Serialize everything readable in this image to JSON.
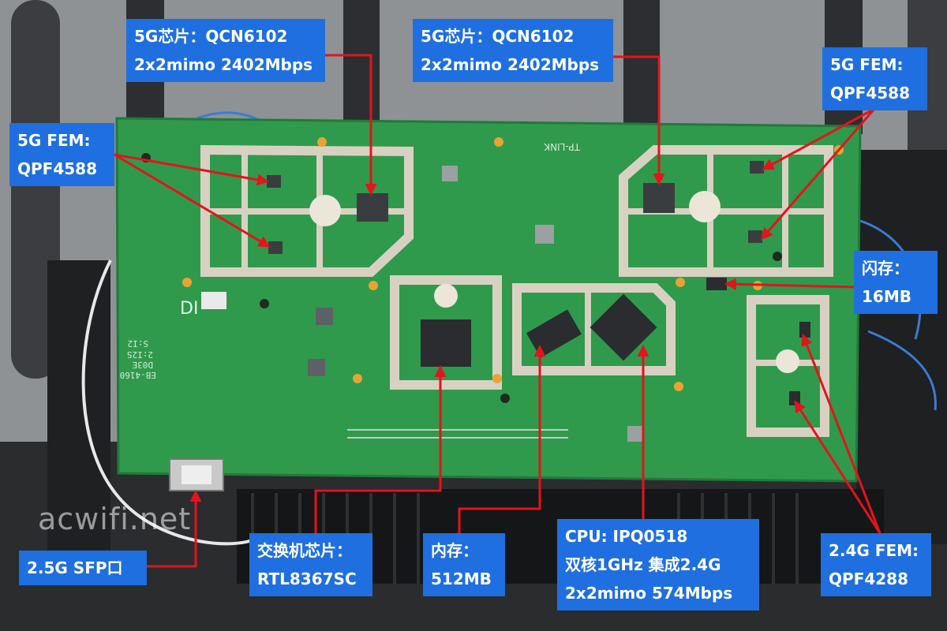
{
  "watermark": "acwifi.net",
  "board_silk": {
    "brand": "TP-LINK",
    "top_code": "DI",
    "marks": [
      "S:I2",
      "2:I2S",
      "D03E",
      "EB-4160"
    ]
  },
  "colors": {
    "label_bg": "#1f6fe0",
    "arrow": "#e5131b",
    "pcb": "#2f9a4c",
    "shield": "#d8d1c2",
    "background": "#8e9294"
  },
  "labels": {
    "rf_left": {
      "lines": [
        "5G芯片：QCN6102",
        "2x2mimo 2402Mbps"
      ]
    },
    "rf_right": {
      "lines": [
        "5G芯片：QCN6102",
        "2x2mimo 2402Mbps"
      ]
    },
    "fem_left": {
      "lines": [
        "5G FEM:",
        "QPF4588"
      ]
    },
    "fem_right": {
      "lines": [
        "5G FEM:",
        "QPF4588"
      ]
    },
    "flash": {
      "lines": [
        "闪存：",
        "16MB"
      ]
    },
    "sfp": {
      "lines": [
        "2.5G SFP口"
      ]
    },
    "switch": {
      "lines": [
        "交换机芯片：",
        "RTL8367SC"
      ]
    },
    "memory": {
      "lines": [
        "内存：",
        "512MB"
      ]
    },
    "cpu": {
      "lines": [
        "CPU: IPQ0518",
        "双核1GHz 集成2.4G",
        "2x2mimo 574Mbps"
      ]
    },
    "fem_24g": {
      "lines": [
        "2.4G FEM:",
        "QPF4288"
      ]
    }
  }
}
